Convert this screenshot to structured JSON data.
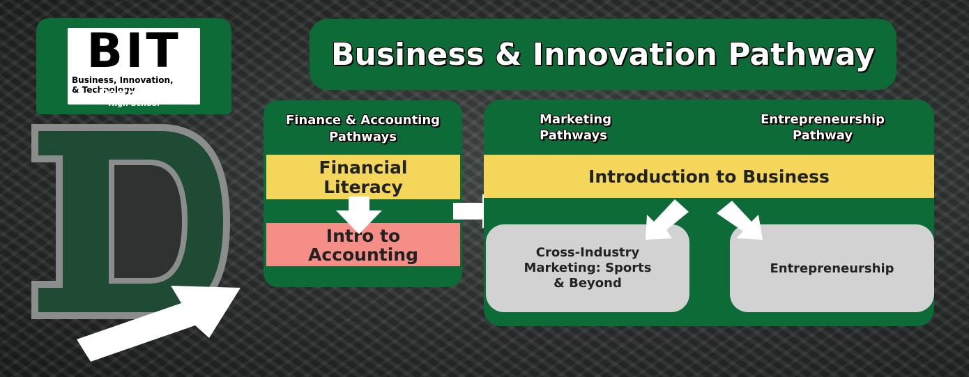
{
  "logo": {
    "big_text": "BIT",
    "tagline_1": "Business, Innovation,",
    "tagline_2": "& Technology",
    "school_1": "Dartmouth",
    "school_2": "High School"
  },
  "title": "Business & Innovation Pathway",
  "finance": {
    "header_1": "Finance & Accounting",
    "header_2": "Pathways",
    "step1_1": "Financial",
    "step1_2": "Literacy",
    "step2_1": "Intro to",
    "step2_2": "Accounting"
  },
  "right": {
    "marketing_1": "Marketing",
    "marketing_2": "Pathways",
    "entre_1": "Entrepreneurship",
    "entre_2": "Pathway",
    "intro": "Introduction to Business",
    "card1_1": "Cross-Industry",
    "card1_2": "Marketing: Sports",
    "card1_3": "& Beyond",
    "card2": "Entrepreneurship"
  },
  "colors": {
    "green": "#0c6b36",
    "yellow": "#f4d75a",
    "pink": "#f48e86",
    "grey": "#d2d2d2"
  }
}
